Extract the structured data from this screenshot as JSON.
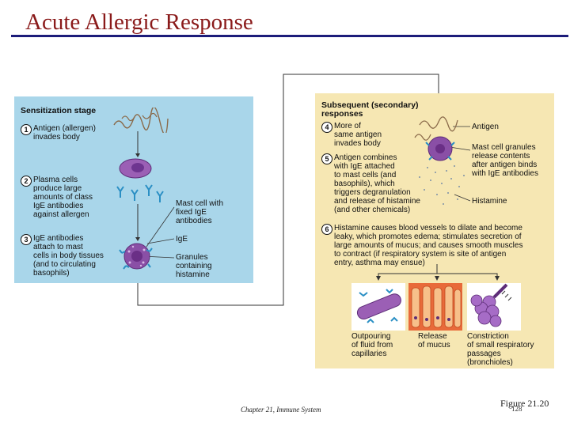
{
  "slide": {
    "title": "Acute Allergic Response",
    "footer": "Chapter 21, Immune System",
    "figure_label": "Figure 21.20",
    "page_number": "128"
  },
  "sensitization": {
    "heading": "Sensitization stage",
    "steps": [
      {
        "num": "1",
        "text": "Antigen (allergen)\ninvades body"
      },
      {
        "num": "2",
        "text": "Plasma cells\nproduce large\namounts of class\nIgE antibodies\nagainst allergen"
      },
      {
        "num": "3",
        "text": "IgE antibodies\nattach to mast\ncells in body tissues\n(and to circulating\nbasophils)"
      }
    ],
    "labels": {
      "mast_cell": "Mast cell with\nfixed IgE\nantibodies",
      "ige": "IgE",
      "granules": "Granules\ncontaining\nhistamine"
    }
  },
  "secondary": {
    "heading": "Subsequent (secondary)\nresponses",
    "steps": [
      {
        "num": "4",
        "text": "More of\nsame antigen\ninvades body"
      },
      {
        "num": "5",
        "text": "Antigen combines\nwith IgE attached\nto mast cells (and\nbasophils), which\ntriggers degranulation\nand release of histamine\n(and other chemicals)"
      },
      {
        "num": "6",
        "text": "Histamine causes blood vessels to dilate and become\nleaky, which promotes edema; stimulates secretion of\nlarge amounts of mucus; and causes smooth muscles\nto contract (if respiratory system is site of antigen\nentry, asthma may ensue)"
      }
    ],
    "labels": {
      "antigen": "Antigen",
      "granules_release": "Mast cell granules\nrelease contents\nafter antigen binds\nwith IgE antibodies",
      "histamine": "Histamine"
    },
    "outcomes": [
      {
        "caption": "Outpouring\nof fluid from\ncapillaries"
      },
      {
        "caption": "Release\nof mucus"
      },
      {
        "caption": "Constriction\nof small respiratory\npassages\n(bronchioles)"
      }
    ]
  },
  "colors": {
    "title": "#8a1a1a",
    "rule": "#1c1c7a",
    "panel_left": "#a9d6ea",
    "panel_right": "#f6e7b3",
    "cell": "#8a4fa6",
    "antibody": "#2a8fc4"
  }
}
